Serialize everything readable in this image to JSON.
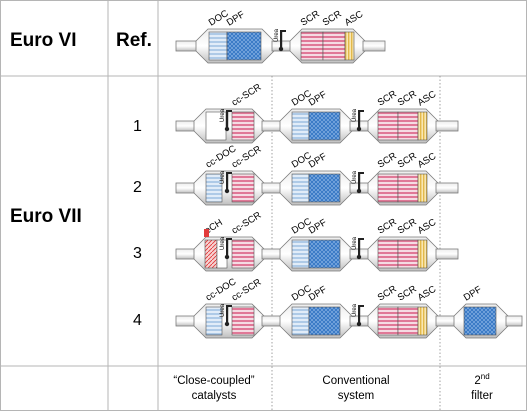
{
  "table": {
    "row_headers": {
      "euro6": "Euro VI",
      "ref": "Ref.",
      "euro7": "Euro VII"
    },
    "ref_numbers": [
      "1",
      "2",
      "3",
      "4"
    ],
    "footer": {
      "col1_line1": "“Close-coupled”",
      "col1_line2": "catalysts",
      "col2_line1": "Conventional",
      "col2_line2": "system",
      "col3_base": "2",
      "col3_sup": "nd",
      "col3_line2": "filter"
    }
  },
  "component_labels": {
    "doc": "DOC",
    "dpf": "DPF",
    "scr": "SCR",
    "asc": "ASC",
    "urea": "Urea",
    "cc_scr": "cc-SCR",
    "cc_doc": "cc-DOC",
    "ech": "eCH"
  },
  "colors": {
    "doc": "#dde9f6",
    "dpf": "#3f7fc9",
    "scr": "#e8a0b4",
    "asc": "#f1d27a",
    "ech": "#e23b3b",
    "shell": "#d9d9d9",
    "grid": "#b0b0b0"
  }
}
